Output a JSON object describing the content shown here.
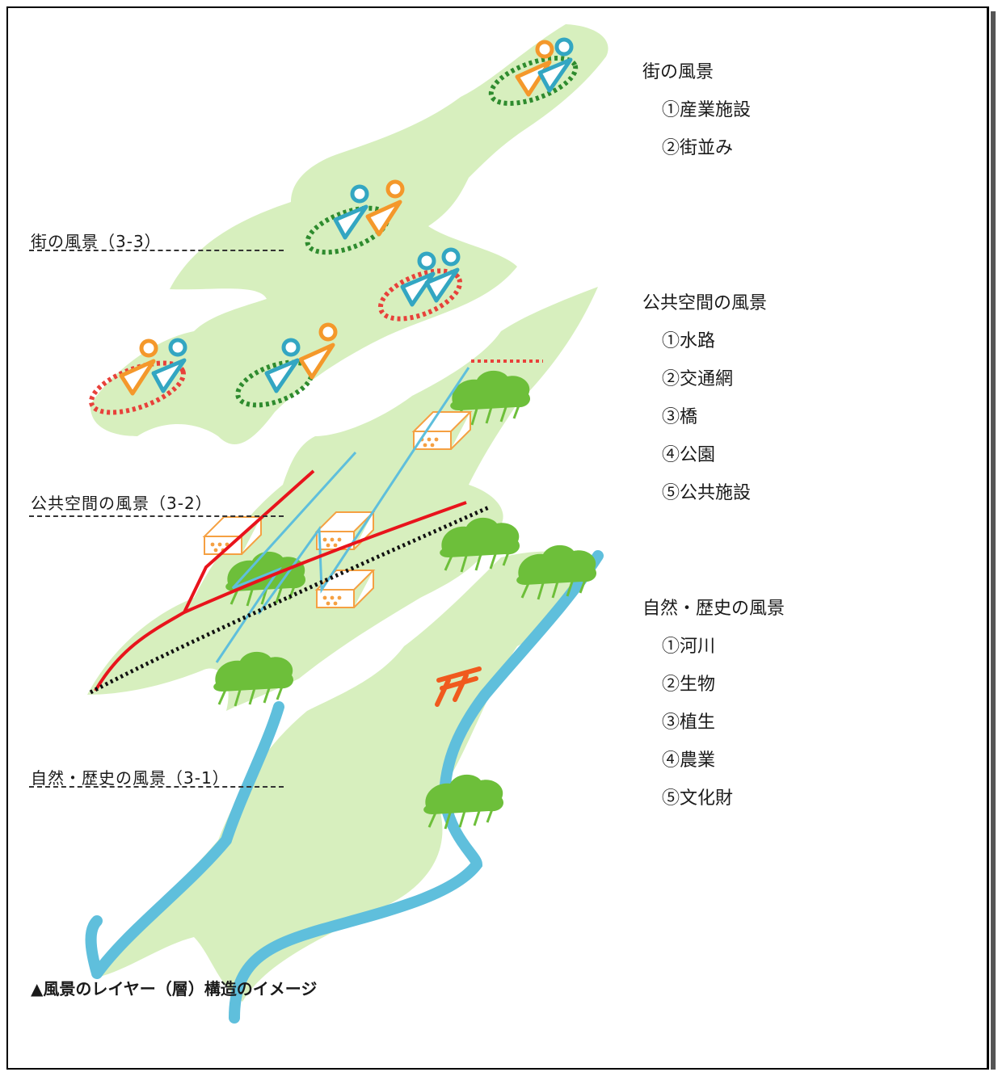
{
  "layers": [
    {
      "label": "街の風景（3-3）",
      "legend_title": "街の風景",
      "items": [
        "①産業施設",
        "②街並み"
      ]
    },
    {
      "label": "公共空間の風景（3-2）",
      "legend_title": "公共空間の風景",
      "items": [
        "①水路",
        "②交通網",
        "③橋",
        "④公園",
        "⑤公共施設"
      ]
    },
    {
      "label": "自然・歴史の風景（3-1）",
      "legend_title": "自然・歴史の風景",
      "items": [
        "①河川",
        "②生物",
        "③植生",
        "④農業",
        "⑤文化財"
      ]
    }
  ],
  "caption": "▲風景のレイヤー（層）構造のイメージ",
  "colors": {
    "land": "#d7efbe",
    "river": "#5fbfdc",
    "tree": "#6dbf3a",
    "road": "#e8141c",
    "rail": "#111111",
    "canal": "#5fbfdc",
    "facility": "#f5a042",
    "figure_orange": "#f4982b",
    "figure_blue": "#33a6c2",
    "zone_green": "#2e8b2e",
    "zone_red": "#e8413a",
    "shrine": "#f05a1e"
  }
}
